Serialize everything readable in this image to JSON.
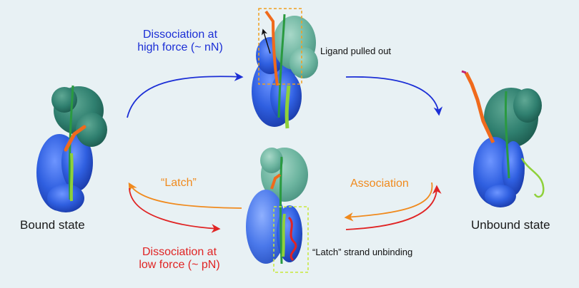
{
  "labels": {
    "bound_state": "Bound state",
    "unbound_state": "Unbound state",
    "dissociation_high_line1": "Dissociation at",
    "dissociation_high_line2": "high force (~ nN)",
    "dissociation_low_line1": "Dissociation at",
    "dissociation_low_line2": "low force (~ pN)",
    "latch": "“Latch”",
    "association": "Association",
    "ligand_pulled_out": "Ligand pulled out",
    "latch_strand_unbinding": "“Latch” strand unbinding"
  },
  "colors": {
    "background": "#e8f1f4",
    "high_force_arrow": "#1c2fd6",
    "low_force_arrow": "#e02424",
    "latch_association_arrow": "#f08a1d",
    "blue_domain": "#2f5fe0",
    "teal_domain": "#2f7f6f",
    "ligand_orange": "#f06a1c",
    "strand_green": "#8fd13a",
    "highlight_box_orange": "#f0a020",
    "highlight_box_yellow": "#c8e83a"
  },
  "icons": [
    "protein-complex-bound",
    "protein-complex-high-force",
    "protein-complex-low-force",
    "protein-complex-unbound"
  ]
}
